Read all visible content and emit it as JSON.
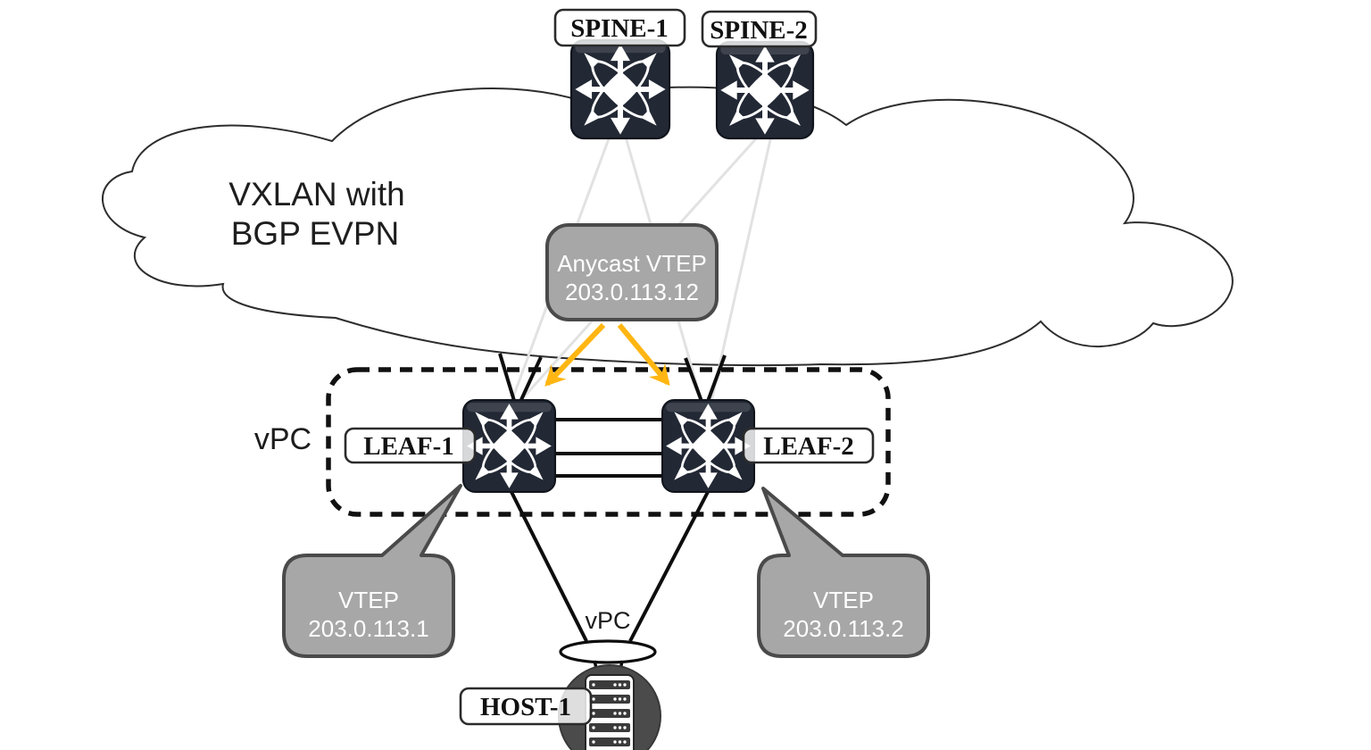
{
  "diagram": {
    "cloud": {
      "line1": "VXLAN with",
      "line2": "BGP EVPN"
    },
    "nodes": {
      "spine1_label": "SPINE-1",
      "spine2_label": "SPINE-2",
      "leaf1_label": "LEAF-1",
      "leaf2_label": "LEAF-2",
      "host1_label": "HOST-1"
    },
    "labels": {
      "vpc_domain": "vPC",
      "vpc_port_channel": "vPC"
    },
    "callouts": {
      "anycast": {
        "line1": "Anycast VTEP",
        "line2": "203.0.113.12"
      },
      "vtep1": {
        "line1": "VTEP",
        "line2": "203.0.113.1"
      },
      "vtep2": {
        "line1": "VTEP",
        "line2": "203.0.113.2"
      }
    },
    "colors": {
      "arrow": "#FFB612",
      "callout_fill": "#a7a7a7",
      "callout_border": "#4a4a4a",
      "switch_body": "#222834",
      "switch_edge": "#10141c",
      "host_circle": "#4b4b4b",
      "link_faded": "#e2e2e2",
      "line": "#0d0d0d"
    }
  }
}
